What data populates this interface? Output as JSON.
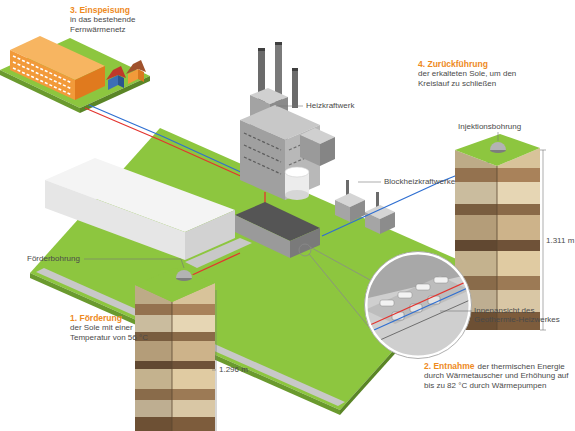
{
  "diagram": {
    "labels": [
      "3. Einspeisung",
      "in das bestehende Fernwärmenetz",
      "4. Zurückführung",
      "der erkalteten Sole, um den Kreislauf zu schließen",
      "Heizkraftwerk",
      "Blockheizkraftwerke",
      "Injektionsbohrung",
      "1.311 m",
      "Förderbohrung",
      "1. Förderung",
      "der Sole mit einer Temperatur von 56 °C",
      "1.296 m",
      "Innenansicht des Geothermie-Heizwerkes",
      "2. Entnahme",
      "der thermischen Energie durch Wärmetauscher und Erhöhung auf bis zu 82 °C durch Wärmepumpen"
    ]
  }
}
